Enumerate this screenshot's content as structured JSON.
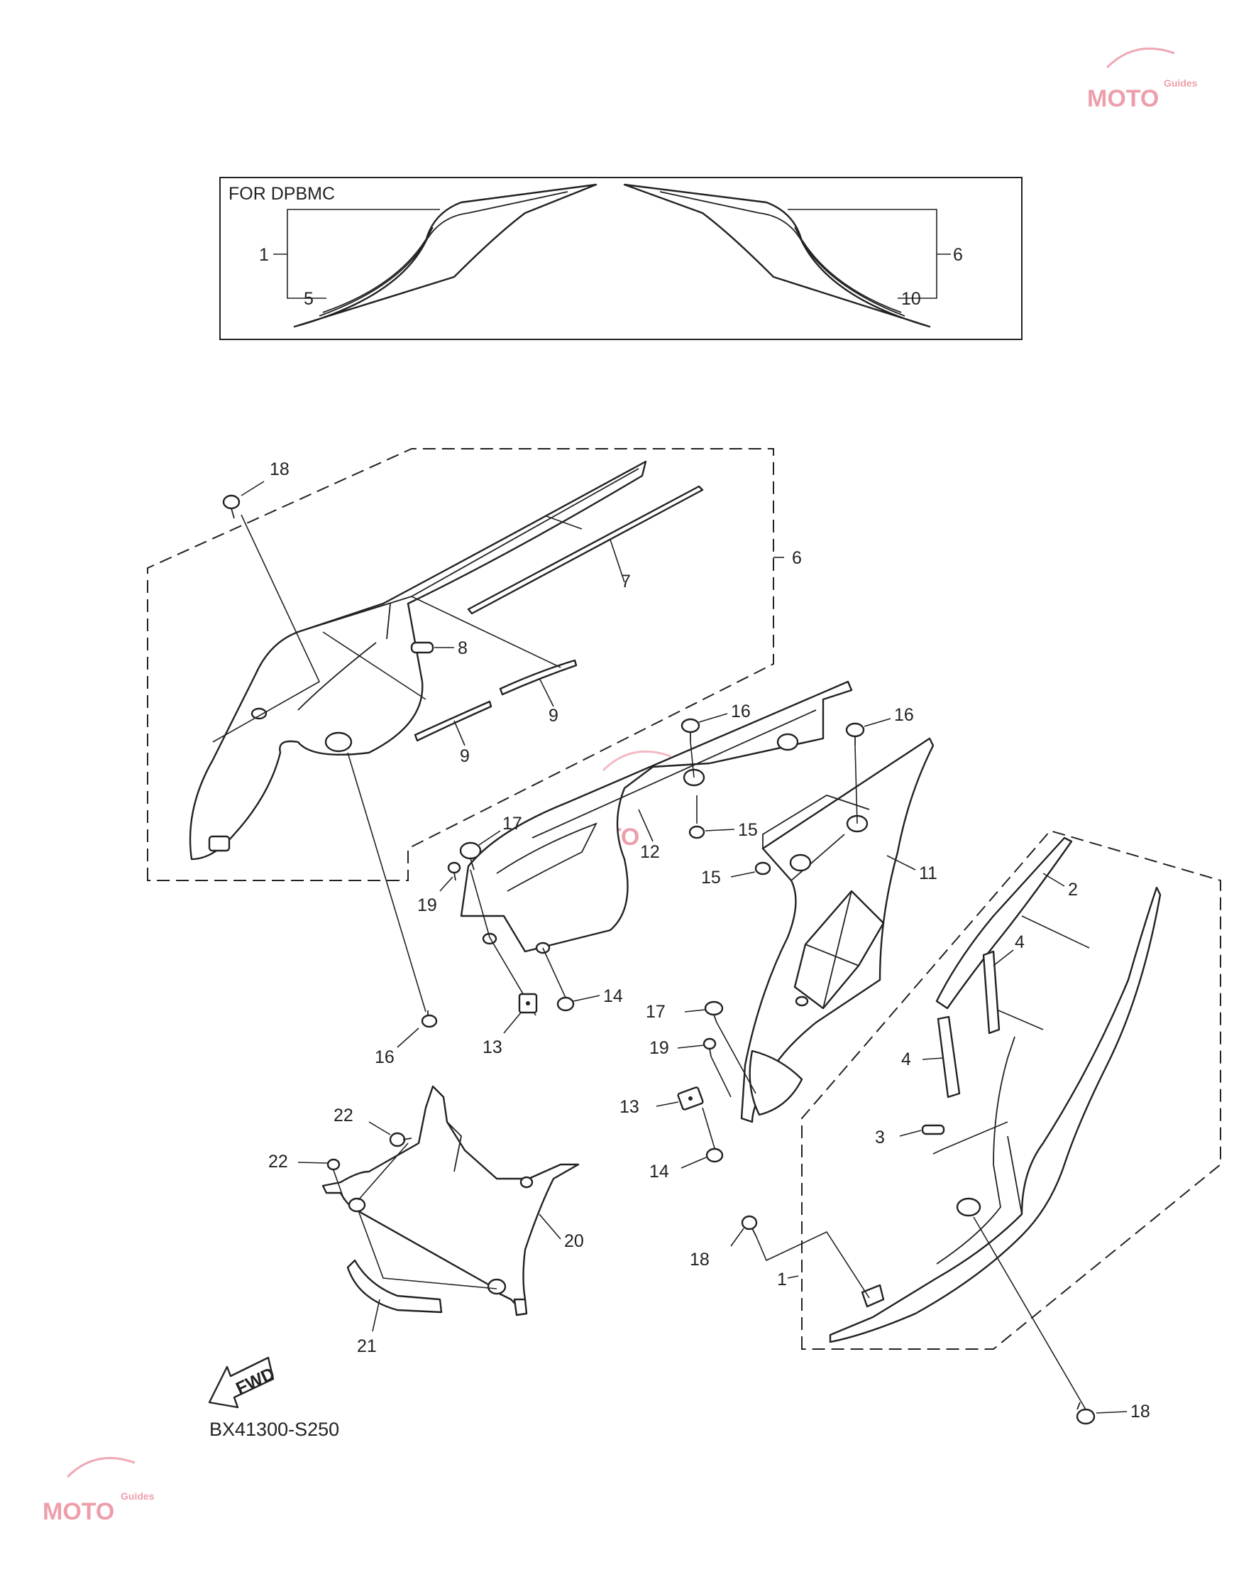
{
  "inset": {
    "title": "FOR DPBMC"
  },
  "diagram_code": "BX41300-S250",
  "fwd_label": "FWD",
  "callouts": {
    "inset_1": "1",
    "inset_5": "5",
    "inset_6": "6",
    "inset_10": "10",
    "c18_top": "18",
    "c6": "6",
    "c7": "7",
    "c8": "8",
    "c9_a": "9",
    "c9_b": "9",
    "c16_a": "16",
    "c16_b": "16",
    "c16_c": "16",
    "c17_a": "17",
    "c17_b": "17",
    "c19_a": "19",
    "c19_b": "19",
    "c12": "12",
    "c15_a": "15",
    "c15_b": "15",
    "c11": "11",
    "c2": "2",
    "c4_a": "4",
    "c4_b": "4",
    "c3": "3",
    "c13_a": "13",
    "c13_b": "13",
    "c14_a": "14",
    "c14_b": "14",
    "c22_a": "22",
    "c22_b": "22",
    "c20": "20",
    "c21": "21",
    "c18_mid": "18",
    "c1": "1",
    "c18_bot": "18"
  },
  "watermark": {
    "text": "MOTO",
    "sub": "Guides",
    "color": "#e05068"
  }
}
